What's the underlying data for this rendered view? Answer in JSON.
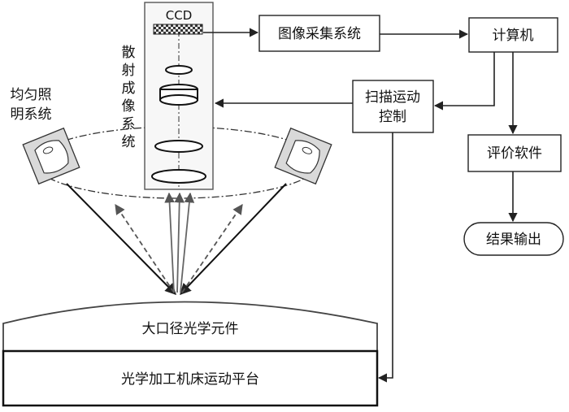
{
  "ccd_label": "CCD",
  "scatter_label_chars": [
    "散",
    "射",
    "成",
    "像",
    "系",
    "统"
  ],
  "illumination_label": [
    "均匀照",
    "明系统"
  ],
  "image_acquisition_label": "图像采集系统",
  "computer_label": "计算机",
  "scan_control_label": [
    "扫描运动",
    "控制"
  ],
  "evaluation_label": "评价软件",
  "output_label": "结果输出",
  "optical_element_label": "大口径光学元件",
  "platform_label": "光学加工机床运动平台"
}
